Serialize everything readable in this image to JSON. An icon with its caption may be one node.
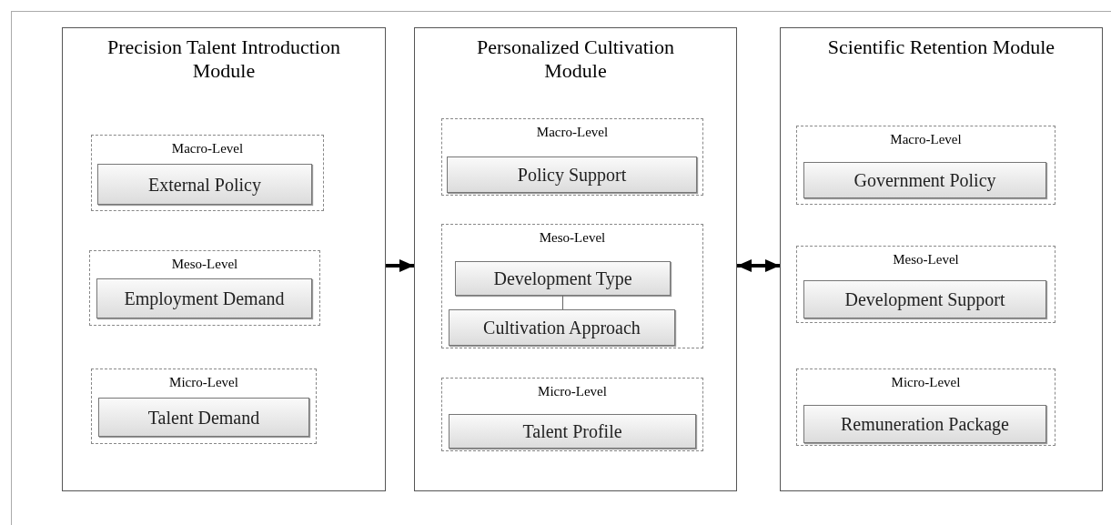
{
  "diagram": {
    "nodes": [
      {
        "text": [
          "Precision Talent Introduction Module"
        ]
      },
      {
        "text": [
          "Macro-Level"
        ],
        "in": 0
      },
      {
        "text": [
          "External Policy"
        ],
        "in": 1
      },
      {
        "text": [
          "Meso-Level"
        ],
        "in": 0
      },
      {
        "text": [
          "Employment Demand"
        ],
        "in": 3
      },
      {
        "text": [
          "Micro-Level"
        ],
        "in": 0
      },
      {
        "text": [
          "Talent Demand"
        ],
        "in": 5
      },
      {
        "text": [
          "Personalized Cultivation Module"
        ]
      },
      {
        "text": [
          "Macro-Level"
        ],
        "in": 7
      },
      {
        "text": [
          "Policy Support"
        ],
        "in": 8
      },
      {
        "text": [
          "Meso-Level"
        ],
        "in": 7
      },
      {
        "text": [
          "Development Type"
        ],
        "in": 10
      },
      {
        "text": [
          "Cultivation Approach"
        ],
        "in": 10
      },
      {
        "text": [
          "Micro-Level"
        ],
        "in": 7
      },
      {
        "text": [
          "Talent Profile"
        ],
        "in": 13
      },
      {
        "text": [
          "Scientific Retention Module"
        ]
      },
      {
        "text": [
          "Macro-Level"
        ],
        "in": 15
      },
      {
        "text": [
          "Government Policy"
        ],
        "in": 16
      },
      {
        "text": [
          "Meso-Level"
        ],
        "in": 15
      },
      {
        "text": [
          "Development Support"
        ],
        "in": 18
      },
      {
        "text": [
          "Micro-Level"
        ],
        "in": 15
      },
      {
        "text": [
          "Remuneration Package"
        ],
        "in": 20
      }
    ],
    "edges": [
      {
        "from": 0,
        "to": 7,
        "arrow": "to"
      },
      {
        "from": 7,
        "to": 15,
        "arrow": "both"
      },
      {
        "from": 11,
        "to": 12,
        "arrow": "none",
        "color": "#666666"
      }
    ]
  }
}
